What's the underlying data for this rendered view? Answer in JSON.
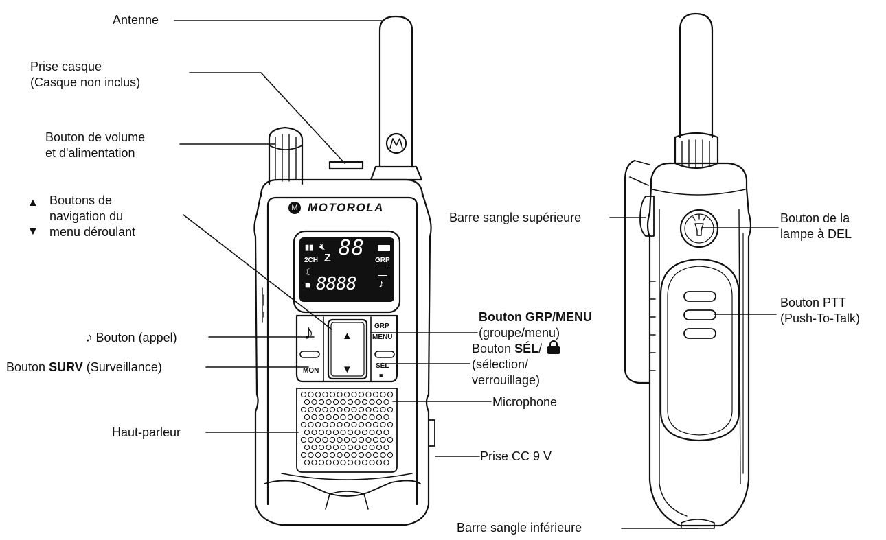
{
  "device": {
    "brand": "MOTOROLA",
    "key_grp": "GRP",
    "key_menu": "MENU",
    "key_mon": "MON",
    "key_sel": "SÉL",
    "lcd_digits": "88",
    "lcd_chan": "2CH",
    "lcd_grp": "GRP"
  },
  "labels": {
    "antenna": "Antenne",
    "headset_1": "Prise casque",
    "headset_2": "(Casque non inclus)",
    "volume_1": "Bouton de volume",
    "volume_2": "et d'alimentation",
    "nav_1": "Boutons de",
    "nav_2": "navigation du",
    "nav_3": "menu déroulant",
    "call": "Bouton (appel)",
    "mon_prefix": "Bouton",
    "mon_bold": "SURV",
    "mon_suffix": "(Surveillance)",
    "speaker": "Haut-parleur",
    "grp_bold": "Bouton GRP/MENU",
    "grp_2": "(groupe/menu)",
    "sel_prefix": "Bouton",
    "sel_bold": "SÉL",
    "sel_slash": "/",
    "sel_2": "(sélection/",
    "sel_3": "verrouillage)",
    "mic": "Microphone",
    "dc": "Prise CC 9 V",
    "top_strap": "Barre sangle supérieure",
    "led_1": "Bouton de la",
    "led_2": "lampe à DEL",
    "ptt_1": "Bouton PTT",
    "ptt_2": "(Push-To-Talk)",
    "bottom_strap": "Barre sangle inférieure"
  },
  "icons": {
    "up": "triangle-up-icon",
    "down": "triangle-down-icon",
    "note": "music-note-icon",
    "lock": "padlock-icon",
    "led": "flashlight-icon",
    "logo": "motorola-logo-icon"
  }
}
